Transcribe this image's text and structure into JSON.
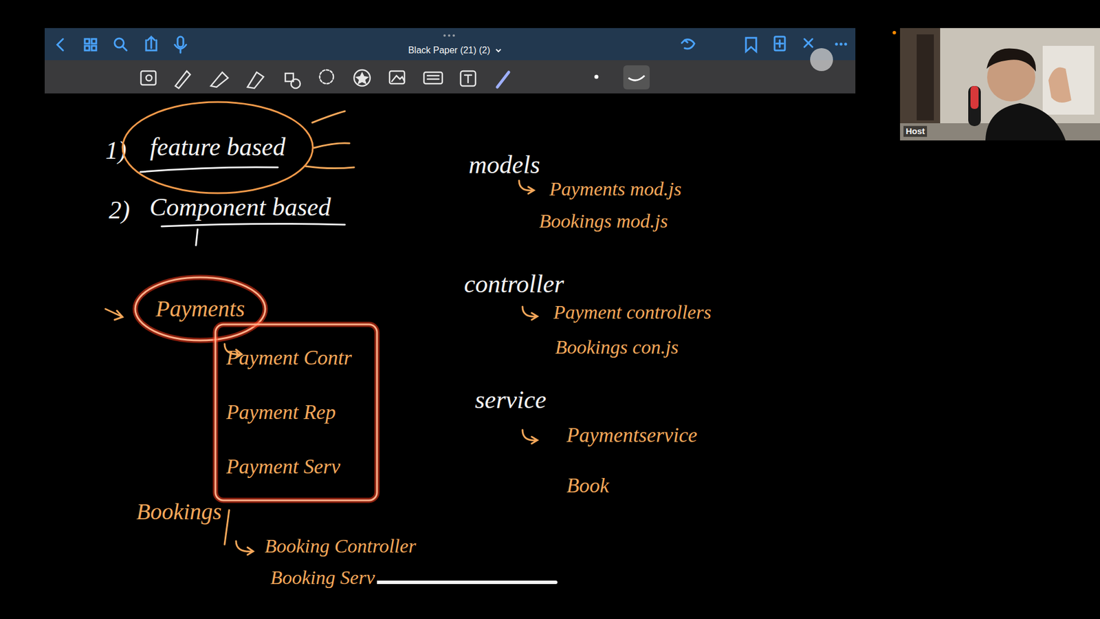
{
  "diagram": {
    "nodes": [
      {
        "text": [
          "feature based"
        ]
      },
      {
        "text": [
          "Payments"
        ]
      },
      {
        "text": [
          "Payment Contr",
          "Payment Rep",
          "Payment Serv"
        ]
      }
    ],
    "labels": [
      "Black Paper (21) (2)",
      "Host",
      "1)",
      "2)",
      "Component based",
      "Bookings",
      "Booking Controller",
      "Booking Serv",
      "models",
      "Payments mod.js",
      "Bookings mod.js",
      "controller",
      "Payment controllers",
      "Bookings con.js",
      "service",
      "Paymentservice",
      "Book"
    ]
  }
}
